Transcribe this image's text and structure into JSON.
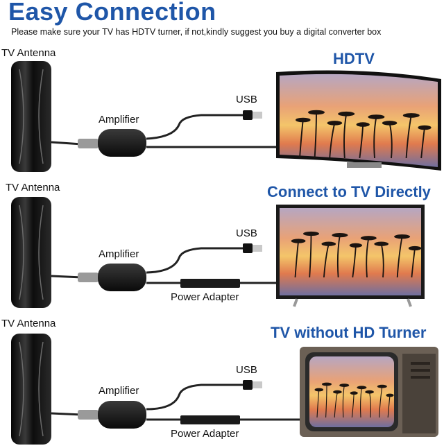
{
  "header": {
    "title": "Easy Connection",
    "subtitle": "Please make sure your TV has HDTV turner, if not,kindly suggest you buy a digital converter box"
  },
  "panels": [
    {
      "antenna_label": "TV Antenna",
      "amplifier_label": "Amplifier",
      "usb_label": "USB",
      "tv_title": "HDTV"
    },
    {
      "antenna_label": "TV Antenna",
      "amplifier_label": "Amplifier",
      "usb_label": "USB",
      "adapter_label": "Power Adapter",
      "tv_title": "Connect to TV Directly"
    },
    {
      "antenna_label": "TV Antenna",
      "amplifier_label": "Amplifier",
      "usb_label": "USB",
      "adapter_label": "Power Adapter",
      "tv_title": "TV without HD Turner"
    }
  ],
  "colors": {
    "accent": "#1f56a8",
    "device": "#1a1a1a",
    "cable": "#222222"
  }
}
